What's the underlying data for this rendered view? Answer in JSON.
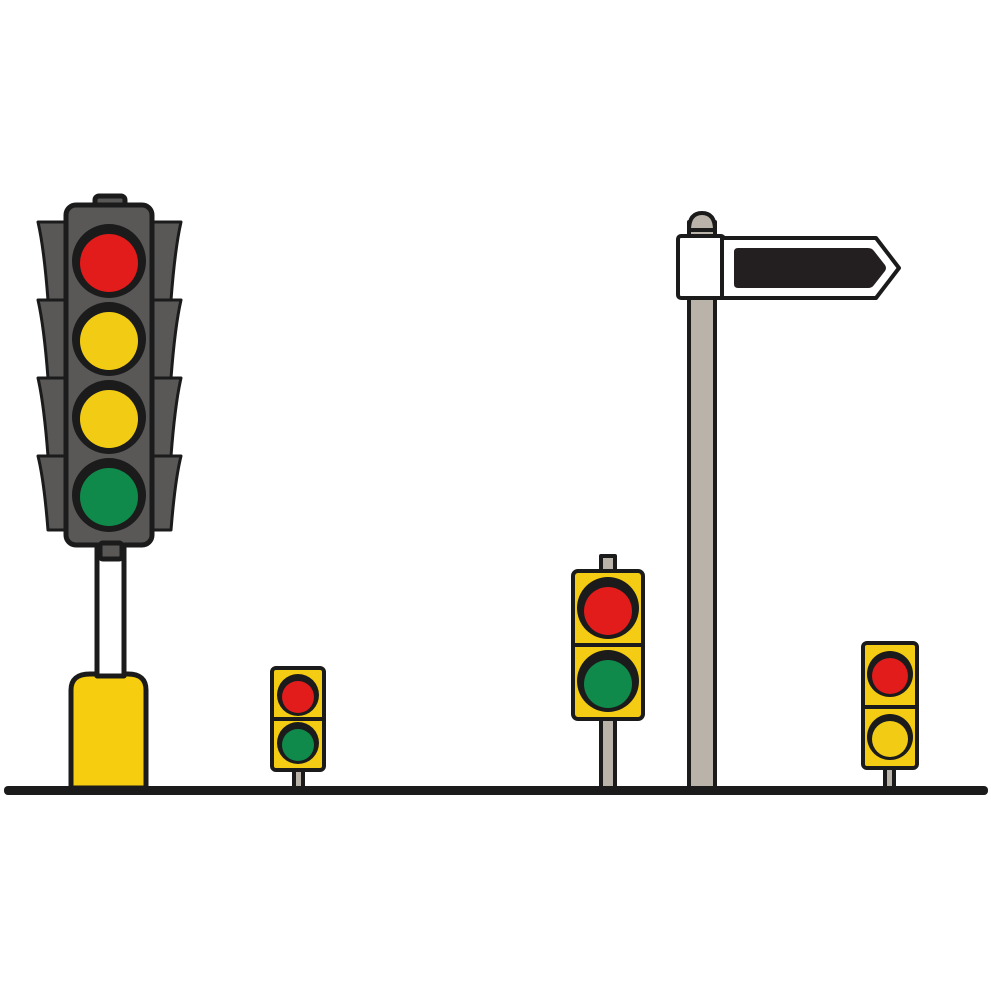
{
  "scene": {
    "background": "#ffffff",
    "objects": [
      {
        "kind": "traffic-light",
        "variant": "large",
        "lamps": [
          "red",
          "yellow",
          "yellow",
          "green"
        ]
      },
      {
        "kind": "traffic-light",
        "variant": "small",
        "lamps": [
          "red",
          "green"
        ]
      },
      {
        "kind": "traffic-light",
        "variant": "small",
        "lamps": [
          "red",
          "green"
        ]
      },
      {
        "kind": "direction-sign",
        "text": ""
      },
      {
        "kind": "traffic-light",
        "variant": "small",
        "lamps": [
          "red",
          "yellow"
        ]
      }
    ]
  },
  "colors": {
    "outline": "#1b1b1b",
    "housing_dark": "#5a5757",
    "housing_yellow": "#f5cc14",
    "base_yellow": "#f7cd10",
    "lamp_red": "#e21b1b",
    "lamp_yellow": "#f2cc14",
    "lamp_green": "#0f8a4a",
    "pole_gray": "#b9b3aa",
    "sign_panel": "#231f20",
    "ground": "#1b1b1b"
  }
}
